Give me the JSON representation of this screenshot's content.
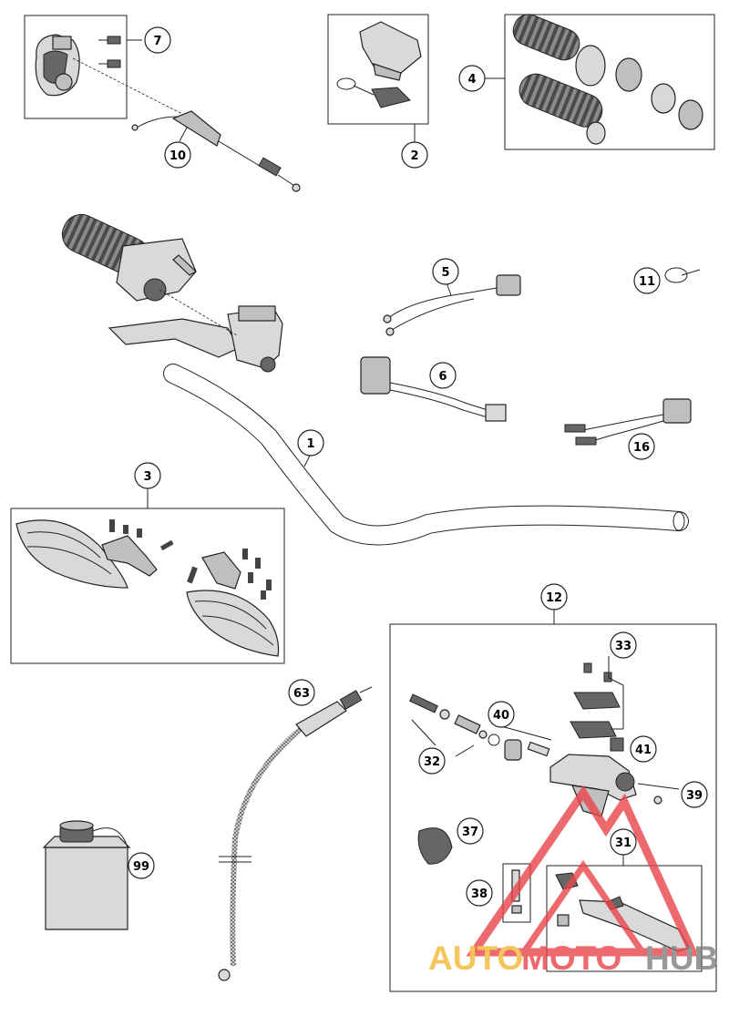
{
  "callouts": {
    "c7": "7",
    "c10": "10",
    "c2": "2",
    "c4": "4",
    "c5": "5",
    "c11": "11",
    "c6": "6",
    "c16": "16",
    "c1": "1",
    "c3": "3",
    "c12": "12",
    "c33": "33",
    "c63": "63",
    "c40": "40",
    "c32": "32",
    "c41": "41",
    "c39": "39",
    "c37": "37",
    "c31": "31",
    "c99": "99",
    "c38": "38"
  },
  "watermark": {
    "part1": "AUTO",
    "part2": "MOTO",
    "part3": "HUB",
    "color_orange": "#f2b731",
    "color_red": "#e8464b",
    "color_gray": "#7f7f7f"
  }
}
